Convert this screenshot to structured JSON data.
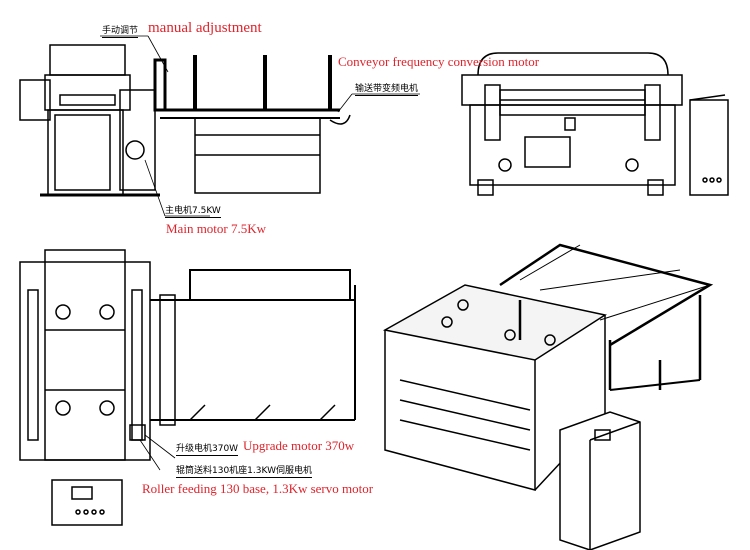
{
  "annotations": {
    "manual_adjustment": {
      "cn": "手动调节",
      "en": "manual adjustment"
    },
    "conveyor_motor": {
      "cn": "输送带变频电机",
      "en": "Conveyor frequency conversion motor"
    },
    "main_motor": {
      "cn": "主电机7.5KW",
      "en": "Main motor 7.5Kw"
    },
    "upgrade_motor": {
      "cn": "升级电机370W",
      "en": "Upgrade motor 370w"
    },
    "roller_feeding": {
      "cn": "辊筒送料130机座1.3KW伺服电机",
      "en": "Roller feeding 130 base, 1.3Kw servo motor"
    }
  },
  "colors": {
    "annotation": "#e0242c",
    "line": "#000000"
  }
}
